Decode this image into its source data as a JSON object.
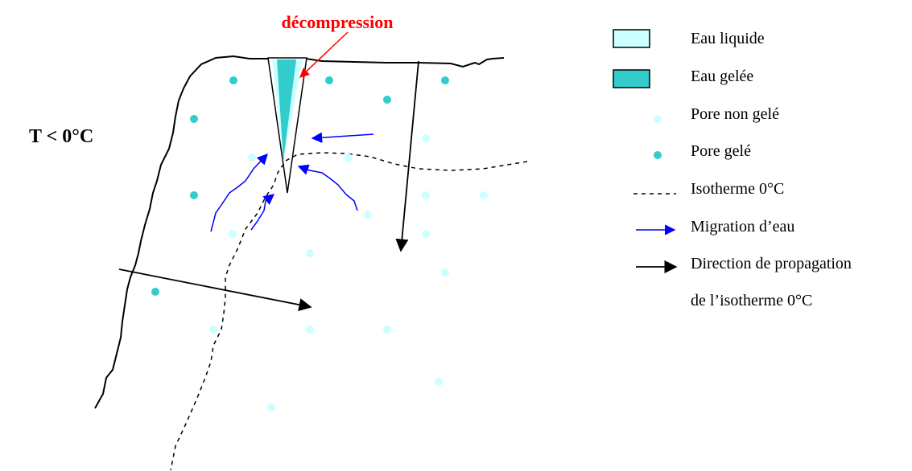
{
  "diagram": {
    "temperature_label": "T < 0°C",
    "decompression_label": "décompression"
  },
  "legend": {
    "items": [
      {
        "key": "liquid-water",
        "label": "Eau liquide"
      },
      {
        "key": "frozen-water",
        "label": "Eau gelée"
      },
      {
        "key": "unfrozen-pore",
        "label": "Pore non gelé"
      },
      {
        "key": "frozen-pore",
        "label": "Pore gelé"
      },
      {
        "key": "isotherm",
        "label": "Isotherme 0°C"
      },
      {
        "key": "water-migration",
        "label": "Migration d’eau"
      },
      {
        "key": "propagation",
        "label": "Direction de propagation"
      },
      {
        "key": "propagation-cont",
        "label": "de l’isotherme 0°C"
      }
    ]
  },
  "colors": {
    "liquid_water": "#ccffff",
    "frozen_water": "#33cccc",
    "unfrozen_pore": "#ccffff",
    "frozen_pore": "#33cccc",
    "migration_arrow": "#0000ff",
    "decompression": "#ff0000",
    "isotherm": "#000000"
  }
}
